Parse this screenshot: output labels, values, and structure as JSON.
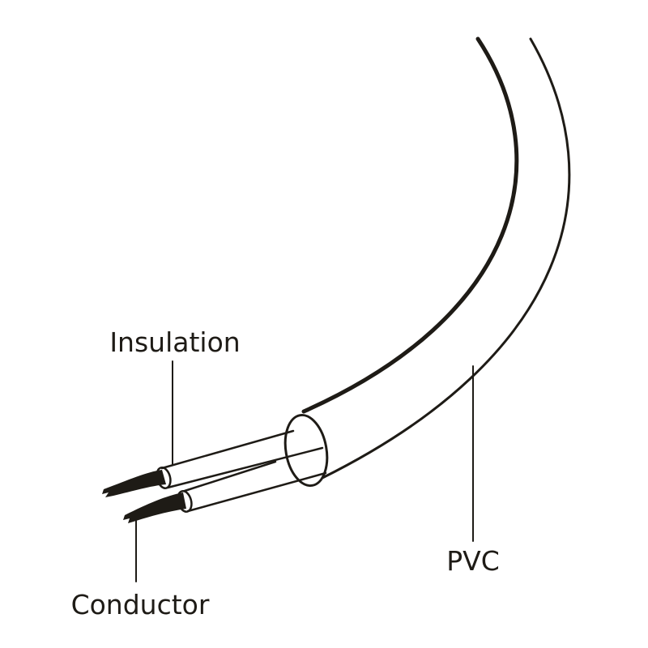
{
  "labels": {
    "insulation": "Insulation",
    "pvc": "PVC",
    "conductor": "Conductor"
  },
  "colors": {
    "ink": "#1e1b16",
    "background": "#ffffff"
  }
}
